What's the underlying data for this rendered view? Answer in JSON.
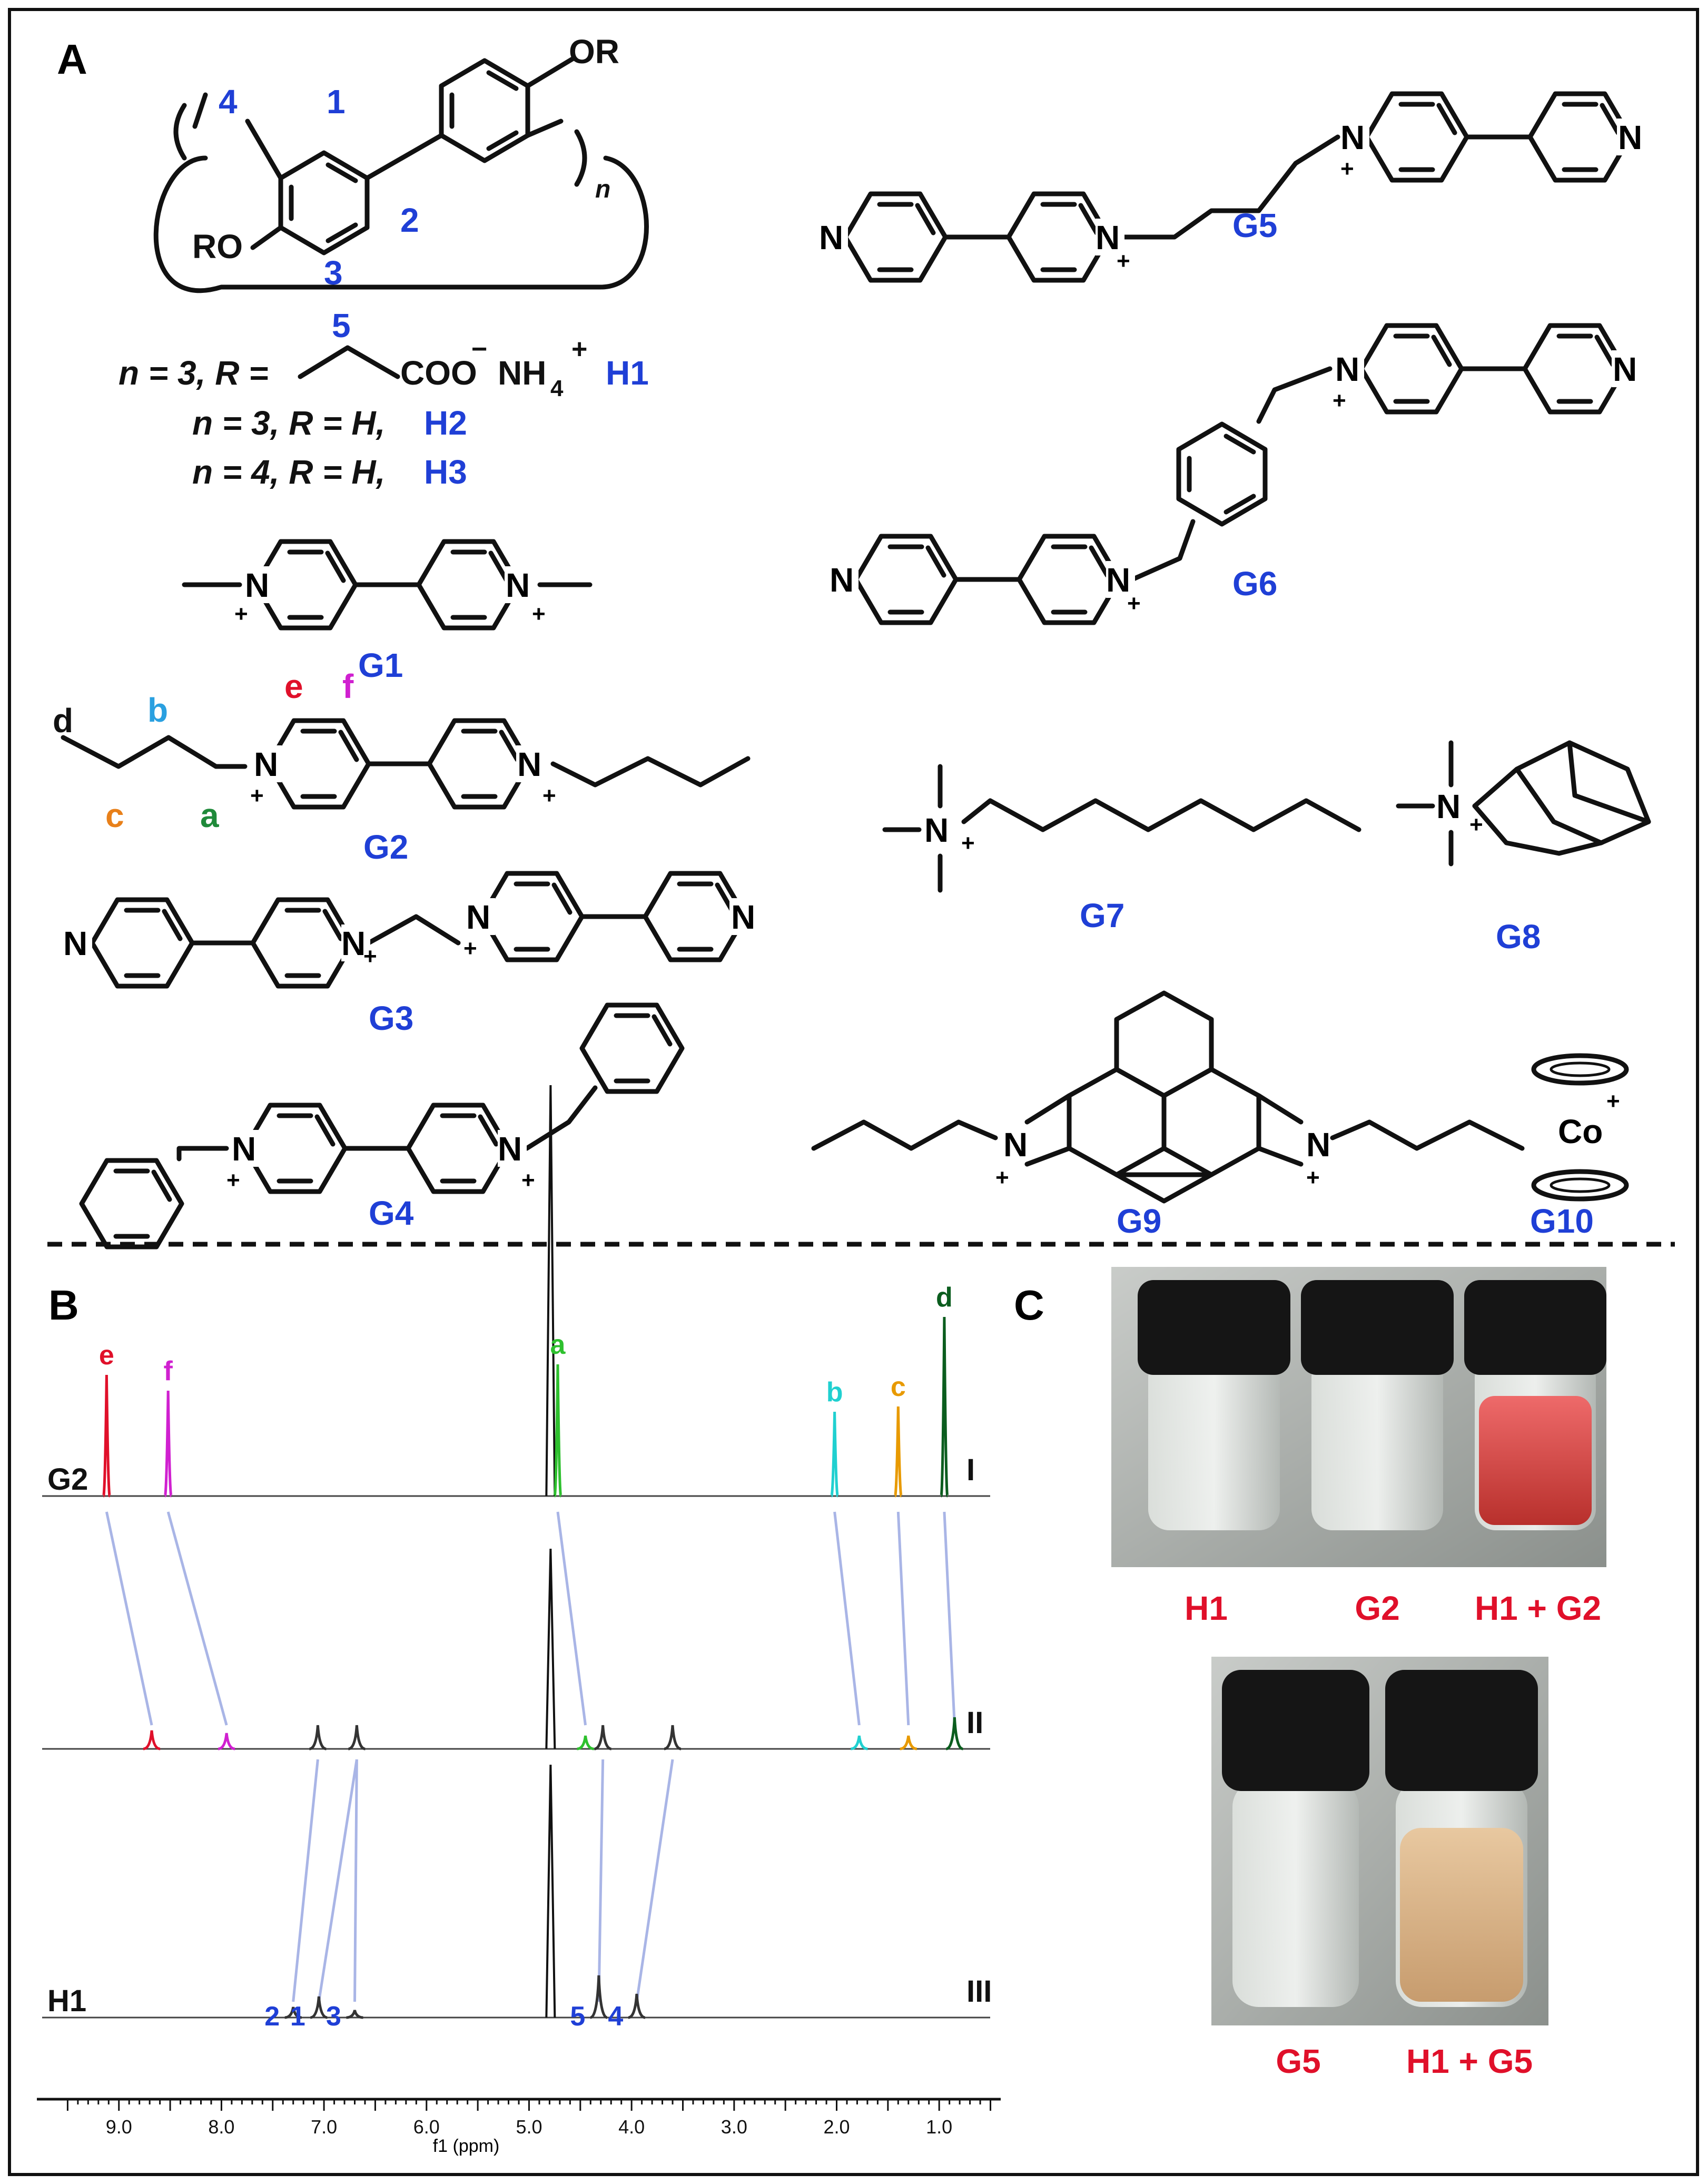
{
  "colors": {
    "blue": "#1f3fd6",
    "red": "#e0102a",
    "ink": "#111111",
    "e": "#e0102a",
    "f": "#d020d0",
    "a": "#2ec02e",
    "b": "#20d0d0",
    "c": "#e89a00",
    "d": "#0b5d1e",
    "g_label": "#1f8a3a"
  },
  "panels": {
    "a": "A",
    "b": "B",
    "c": "C"
  },
  "host": {
    "positions": [
      "1",
      "2",
      "3",
      "4",
      "5"
    ],
    "subscript_n": "n",
    "ro": "RO",
    "or": "OR",
    "line1": {
      "prefix": "n = 3, R = ",
      "coo": "COO",
      "nh4": "NH",
      "nh4_sub": "4",
      "sup_minus": "−",
      "sup_plus": "+",
      "name": "H1"
    },
    "line2": {
      "text": "n = 3, R = H, ",
      "name": "H2"
    },
    "line3": {
      "text": "n = 4, R = H, ",
      "name": "H3"
    }
  },
  "guests": {
    "G1": "G1",
    "G2": "G2",
    "G3": "G3",
    "G4": "G4",
    "G5": "G5",
    "G6": "G6",
    "G7": "G7",
    "G8": "G8",
    "G9": "G9",
    "G10": "G10",
    "atom_n": "N",
    "plus": "+",
    "co": "Co",
    "g2_letters": [
      "a",
      "b",
      "c",
      "d",
      "e",
      "f"
    ]
  },
  "chart_data": {
    "type": "line",
    "xlabel": "f1 (ppm)",
    "xlim": [
      9.8,
      0.4
    ],
    "xticks": [
      "9.0",
      "8.0",
      "7.0",
      "6.0",
      "5.0",
      "4.0",
      "3.0",
      "2.0",
      "1.0"
    ],
    "series": [
      {
        "name": "G2",
        "roman": "I",
        "peaks": [
          {
            "ppm": 9.12,
            "label": "e"
          },
          {
            "ppm": 8.52,
            "label": "f"
          },
          {
            "ppm": 4.72,
            "label": "a"
          },
          {
            "ppm": 2.02,
            "label": "b"
          },
          {
            "ppm": 1.4,
            "label": "c"
          },
          {
            "ppm": 0.95,
            "label": "d"
          }
        ]
      },
      {
        "name": "",
        "roman": "II",
        "peaks": [
          {
            "ppm": 8.68,
            "label": "e"
          },
          {
            "ppm": 7.95,
            "label": "f"
          },
          {
            "ppm": 7.06,
            "label": ""
          },
          {
            "ppm": 6.68,
            "label": ""
          },
          {
            "ppm": 4.45,
            "label": "a"
          },
          {
            "ppm": 4.28,
            "label": ""
          },
          {
            "ppm": 3.6,
            "label": ""
          },
          {
            "ppm": 1.78,
            "label": "b"
          },
          {
            "ppm": 1.3,
            "label": "c"
          },
          {
            "ppm": 0.85,
            "label": "d"
          }
        ]
      },
      {
        "name": "H1",
        "roman": "III",
        "peaks": [
          {
            "ppm": 7.3,
            "label": "2"
          },
          {
            "ppm": 7.05,
            "label": "1"
          },
          {
            "ppm": 6.7,
            "label": "3"
          },
          {
            "ppm": 4.32,
            "label": "5"
          },
          {
            "ppm": 3.95,
            "label": "4"
          }
        ]
      }
    ]
  },
  "photos": {
    "top_labels": [
      "H1",
      "G2",
      "H1 + G2"
    ],
    "bottom_labels": [
      "G5",
      "H1 + G5"
    ]
  }
}
